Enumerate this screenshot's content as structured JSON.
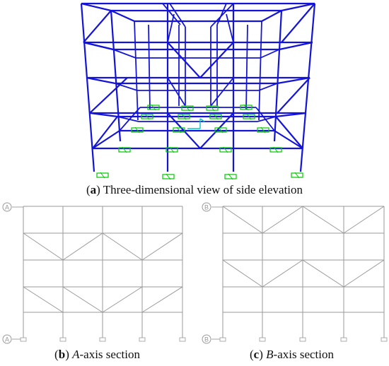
{
  "figure": {
    "panel_a": {
      "tag": "a",
      "caption": "Three-dimensional view of side elevation",
      "colors": {
        "frame": "#1414d8",
        "support": "#00c800",
        "axis": "#00c8c8"
      }
    },
    "panel_b": {
      "tag": "b",
      "axis_italic": "A",
      "caption_rest": "-axis section",
      "marker": "A",
      "colors": {
        "line": "#9a9a9a"
      }
    },
    "panel_c": {
      "tag": "c",
      "axis_italic": "B",
      "caption_rest": "-axis section",
      "marker": "B",
      "colors": {
        "line": "#9a9a9a"
      }
    }
  }
}
